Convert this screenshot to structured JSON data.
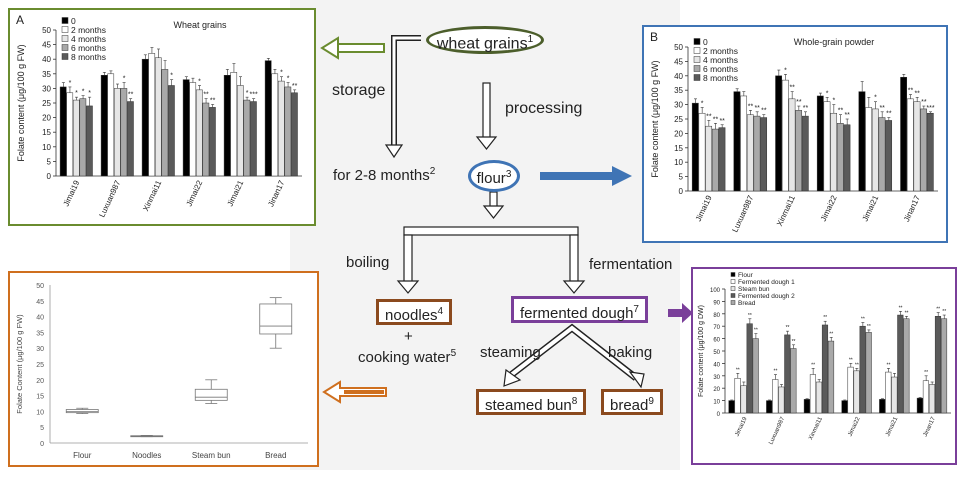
{
  "flow": {
    "wheat": {
      "text": "wheat grains",
      "sup": "1"
    },
    "storage": "storage",
    "storage_time": {
      "text": "for 2-8 months",
      "sup": "2"
    },
    "processing": "processing",
    "flour": {
      "text": "flour",
      "sup": "3"
    },
    "boiling": "boiling",
    "fermentation": "fermentation",
    "noodles": {
      "text": "noodles",
      "sup": "4"
    },
    "plus": "+",
    "cooking_water": {
      "text": "cooking water",
      "sup": "5"
    },
    "fermented_dough": {
      "text": "fermented dough",
      "sup": "7"
    },
    "steaming": "steaming",
    "baking": "baking",
    "steamed_bun": {
      "text": "steamed bun",
      "sup": "8"
    },
    "bread": {
      "text": "bread",
      "sup": "9"
    }
  },
  "colors": {
    "green": "#6a8c2f",
    "blue": "#3f74b5",
    "purple": "#7a3f9a",
    "orange": "#cf6f1e",
    "brown": "#8b4a1e",
    "olive": "#4c5e2b"
  },
  "chart_data": [
    {
      "id": "A",
      "panel_letter": "A",
      "type": "bar",
      "title": "Wheat grains",
      "ylabel": "Folate content  (μg/100 g FW)",
      "ylim": [
        0,
        50
      ],
      "yticks": [
        0,
        5,
        10,
        15,
        20,
        25,
        30,
        35,
        40,
        45,
        50
      ],
      "categories": [
        "Jimai19",
        "Luxuan987",
        "Xinmai11",
        "Jimai22",
        "Jimai21",
        "Jinan17"
      ],
      "legend_position": "top-left",
      "colors": [
        "#000000",
        "#ffffff",
        "#e6e6e6",
        "#a9a9a9",
        "#5a5a5a"
      ],
      "series": [
        {
          "name": "0",
          "values": [
            30.5,
            34.5,
            40,
            33,
            34.5,
            39.5
          ],
          "err": [
            1.5,
            1,
            1.5,
            1,
            2,
            0.8
          ]
        },
        {
          "name": "2 months",
          "values": [
            28.5,
            35,
            42,
            32,
            35.5,
            35
          ],
          "err": [
            2,
            1,
            2,
            1.5,
            3,
            1.5
          ]
        },
        {
          "name": "4 months",
          "values": [
            26,
            30,
            40.5,
            29.5,
            31,
            32.5
          ],
          "err": [
            1,
            1.5,
            3,
            1.5,
            3,
            1.5
          ]
        },
        {
          "name": "6 months",
          "values": [
            26.5,
            30,
            36.5,
            25,
            26,
            30.5
          ],
          "err": [
            1,
            2,
            3,
            1.5,
            1,
            1.5
          ]
        },
        {
          "name": "8 months",
          "values": [
            24,
            25.5,
            31,
            23.5,
            25.5,
            28.5
          ],
          "err": [
            3,
            1,
            2,
            1,
            1,
            1
          ]
        }
      ],
      "annotations": [
        [
          "",
          "*",
          "*",
          "*",
          "*"
        ],
        [
          "",
          "",
          "",
          "*",
          "**"
        ],
        [
          "",
          "",
          "",
          "",
          "*"
        ],
        [
          "",
          "",
          "*",
          "**",
          "**"
        ],
        [
          "",
          "",
          "",
          "*",
          "***"
        ],
        [
          "",
          "",
          "*",
          "*",
          "**"
        ]
      ]
    },
    {
      "id": "B",
      "panel_letter": "B",
      "type": "bar",
      "title": "Whole-grain powder",
      "ylabel": "Folate content  (μg/100 g FW)",
      "ylim": [
        0,
        50
      ],
      "yticks": [
        0,
        5,
        10,
        15,
        20,
        25,
        30,
        35,
        40,
        45,
        50
      ],
      "categories": [
        "Jimai19",
        "Luxuan987",
        "Xinmai11",
        "Jimai22",
        "Jimai21",
        "Jinan17"
      ],
      "legend_position": "top-left",
      "colors": [
        "#000000",
        "#ffffff",
        "#e6e6e6",
        "#a9a9a9",
        "#5a5a5a"
      ],
      "series": [
        {
          "name": "0",
          "values": [
            30.5,
            34.5,
            40,
            33,
            34.5,
            39.5
          ],
          "err": [
            1.5,
            1,
            2,
            1,
            3.5,
            1
          ]
        },
        {
          "name": "2 months",
          "values": [
            27,
            33,
            38.5,
            31,
            29,
            32
          ],
          "err": [
            2,
            1.5,
            2,
            1.5,
            3.5,
            1.5
          ]
        },
        {
          "name": "4 months",
          "values": [
            22.5,
            26.5,
            32,
            27,
            28.5,
            31
          ],
          "err": [
            2,
            1.5,
            2.5,
            3,
            2.5,
            1.5
          ]
        },
        {
          "name": "6 months",
          "values": [
            21.5,
            26,
            28,
            23.5,
            25.5,
            28.5
          ],
          "err": [
            2,
            1.5,
            1.5,
            3,
            2,
            1
          ]
        },
        {
          "name": "8 months",
          "values": [
            22,
            25.5,
            26,
            23,
            24.5,
            27
          ],
          "err": [
            1,
            1,
            1.5,
            2,
            1,
            0.5
          ]
        }
      ],
      "annotations": [
        [
          "",
          "*",
          "**",
          "**",
          "**"
        ],
        [
          "",
          "",
          "**",
          "**",
          "**"
        ],
        [
          "",
          "*",
          "**",
          "**",
          "**"
        ],
        [
          "",
          "*",
          "*",
          "**",
          "**"
        ],
        [
          "",
          "",
          "*",
          "**",
          "**"
        ],
        [
          "",
          "**",
          "**",
          "**",
          "***"
        ]
      ]
    },
    {
      "id": "C",
      "type": "bar",
      "title": "",
      "ylabel": "Folate content (μg/100 g DW)",
      "ylim": [
        0,
        100
      ],
      "yticks": [
        0,
        10,
        20,
        30,
        40,
        50,
        60,
        70,
        80,
        90,
        100
      ],
      "categories": [
        "Jimai19",
        "Luxuan987",
        "Xinmai11",
        "Jimai22",
        "Jimai21",
        "Jinan17"
      ],
      "legend_position": "top-left",
      "colors": [
        "#000000",
        "#ffffff",
        "#e6e6e6",
        "#5a5a5a",
        "#a9a9a9"
      ],
      "series": [
        {
          "name": "Flour",
          "values": [
            10,
            10,
            11,
            10,
            11,
            12
          ],
          "err": [
            0.5,
            0.5,
            0.5,
            0.5,
            0.5,
            0.5
          ]
        },
        {
          "name": "Fermented dough 1",
          "values": [
            28,
            27,
            31,
            37,
            33,
            26
          ],
          "err": [
            4,
            4,
            5,
            3,
            3,
            4
          ]
        },
        {
          "name": "Steam bun",
          "values": [
            22,
            21,
            25,
            34,
            29,
            23
          ],
          "err": [
            3,
            2,
            2,
            2,
            3,
            2
          ]
        },
        {
          "name": "Fermented dough 2",
          "values": [
            72,
            63,
            71,
            70,
            79,
            78
          ],
          "err": [
            4,
            3,
            3,
            3,
            3,
            3
          ]
        },
        {
          "name": "Bread",
          "values": [
            60,
            52,
            58,
            65,
            76,
            76
          ],
          "err": [
            4,
            3,
            3,
            2,
            2,
            3
          ]
        }
      ],
      "annotations": [
        [
          "",
          "**",
          "",
          "**",
          "**"
        ],
        [
          "",
          "**",
          "",
          "**",
          "**"
        ],
        [
          "",
          "**",
          "",
          "**",
          "**"
        ],
        [
          "",
          "**",
          "**",
          "**",
          "**"
        ],
        [
          "",
          "**",
          "",
          "**",
          "**"
        ],
        [
          "",
          "**",
          "",
          "**",
          "**"
        ]
      ]
    },
    {
      "id": "D",
      "type": "box",
      "title": "",
      "ylabel": "Folate Content  (μg/100 g FW)",
      "ylim": [
        0,
        50
      ],
      "yticks": [
        0,
        5,
        10,
        15,
        20,
        25,
        30,
        35,
        40,
        45,
        50
      ],
      "categories": [
        "Flour",
        "Noodles",
        "Steam bun",
        "Bread"
      ],
      "boxes": [
        {
          "min": 9.3,
          "q1": 9.6,
          "median": 10,
          "q3": 10.6,
          "max": 11
        },
        {
          "min": 2,
          "q1": 2.1,
          "median": 2.2,
          "q3": 2.3,
          "max": 2.4
        },
        {
          "min": 12.5,
          "q1": 13.5,
          "median": 14.5,
          "q3": 17,
          "max": 20
        },
        {
          "min": 30,
          "q1": 34.5,
          "median": 37,
          "q3": 44,
          "max": 46
        }
      ]
    }
  ]
}
